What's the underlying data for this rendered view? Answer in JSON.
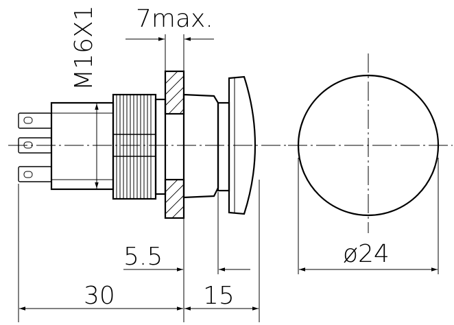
{
  "dimensions": {
    "thread": "M16X1",
    "panel_max": "7max.",
    "flange": "5.5",
    "body_length": "30",
    "cap_length": "15",
    "cap_diameter": "ø24"
  }
}
